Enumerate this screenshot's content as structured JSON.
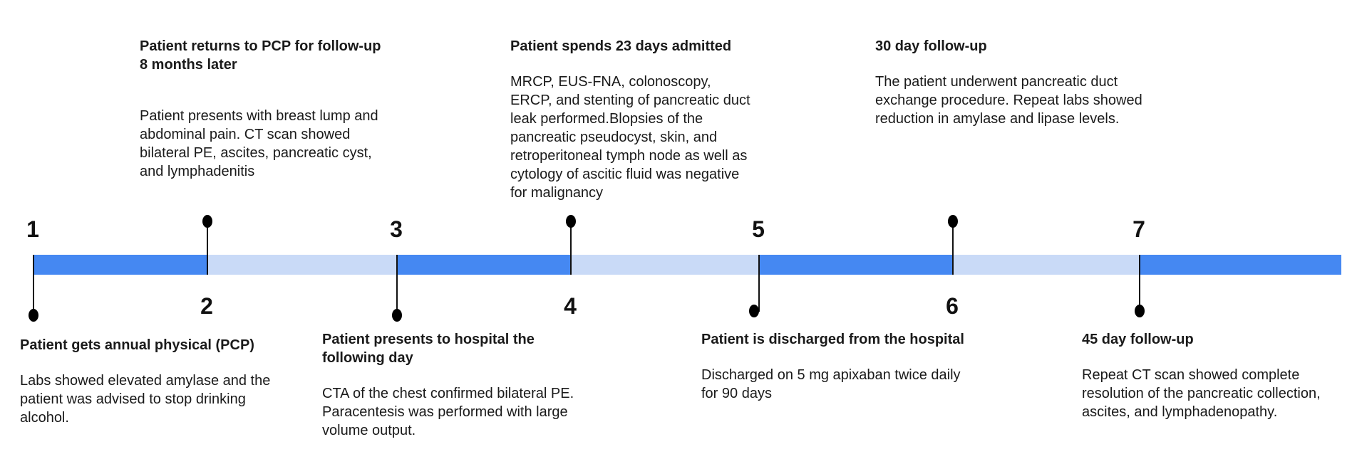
{
  "colors": {
    "dark": "#4588f2",
    "light": "#c9daf7",
    "marker": "#000000"
  },
  "events": [
    {
      "number": "1",
      "title": "Patient gets annual physical (PCP)",
      "description": "Labs showed elevated amylase and the patient was advised to stop drinking alcohol."
    },
    {
      "number": "2",
      "title": "Patient returns to PCP for follow-up 8 months later",
      "description": "Patient presents with breast lump and abdominal pain. CT scan showed bilateral PE, ascites, pancreatic cyst, and lymphadenitis"
    },
    {
      "number": "3",
      "title": "Patient presents to hospital the following day",
      "description": "CTA of the chest confirmed bilateral PE. Paracentesis was performed with large volume output."
    },
    {
      "number": "4",
      "title": "Patient spends 23 days admitted",
      "description": "MRCP, EUS-FNA, colonoscopy, ERCP, and stenting of pancreatic duct leak performed.Blopsies of the pancreatic pseudocyst, skin, and retroperitoneal tymph node as well as cytology of ascitic fluid was  negative for malignancy"
    },
    {
      "number": "5",
      "title": "Patient is discharged from the hospital",
      "description": "Discharged on 5 mg apixaban twice daily for 90 days"
    },
    {
      "number": "6",
      "title": "30 day follow-up",
      "description": "The patient underwent pancreatic duct exchange procedure. Repeat labs showed reduction in amylase and lipase levels."
    },
    {
      "number": "7",
      "title": "45 day follow-up",
      "description": "Repeat CT scan showed complete resolution of the pancreatic collection, ascites, and lymphadenopathy."
    }
  ]
}
